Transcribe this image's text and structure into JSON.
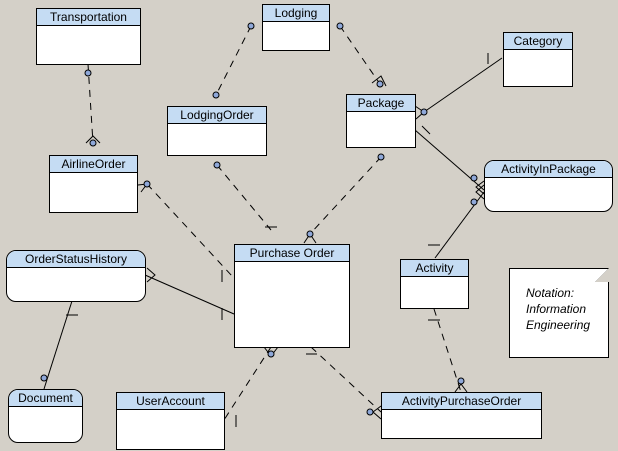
{
  "entities": {
    "transportation": "Transportation",
    "lodging": "Lodging",
    "category": "Category",
    "package": "Package",
    "lodging_order": "LodgingOrder",
    "airline_order": "AirlineOrder",
    "activity_in_package": "ActivityInPackage",
    "order_status_history": "OrderStatusHistory",
    "purchase_order": "Purchase Order",
    "activity": "Activity",
    "document": "Document",
    "user_account": "UserAccount",
    "activity_purchase_order": "ActivityPurchaseOrder"
  },
  "note": {
    "line1": "Notation:",
    "line2": "Information",
    "line3": "Engineering"
  },
  "colors": {
    "background": "#d4d0c8",
    "header": "#c5dcf3",
    "endpoint": "#8fa8d9",
    "line": "#000000"
  }
}
